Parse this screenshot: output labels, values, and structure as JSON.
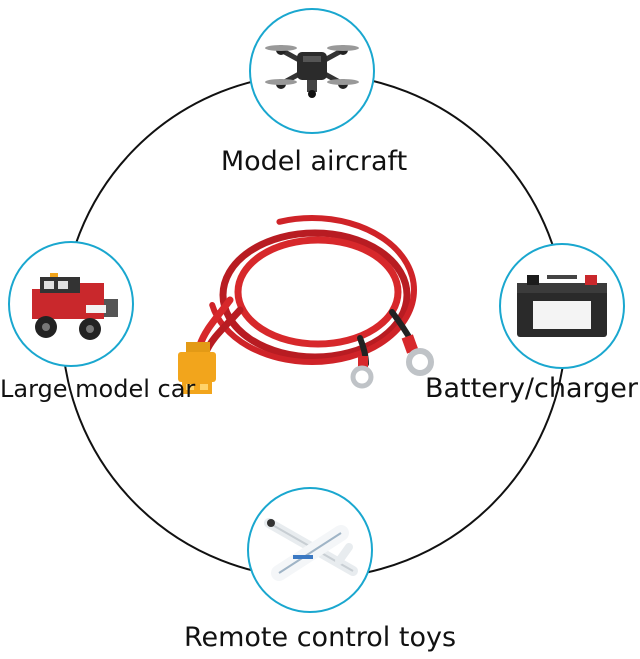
{
  "center_product": {
    "icon": "xt60-connector-cable-icon",
    "colors": {
      "cable": "#d7282b",
      "connector": "#f2a51c",
      "ring_terminal": "#bfc3c7"
    }
  },
  "accent_color": "#1aa7cf",
  "ring_color": "#111111",
  "applications": {
    "top": {
      "label": "Model aircraft",
      "icon": "drone-icon"
    },
    "left": {
      "label": "Large model car",
      "icon": "toy-truck-icon"
    },
    "right": {
      "label": "Battery/charger",
      "icon": "car-battery-icon"
    },
    "bottom": {
      "label": "Remote control toys",
      "icon": "rc-plane-icon"
    }
  }
}
